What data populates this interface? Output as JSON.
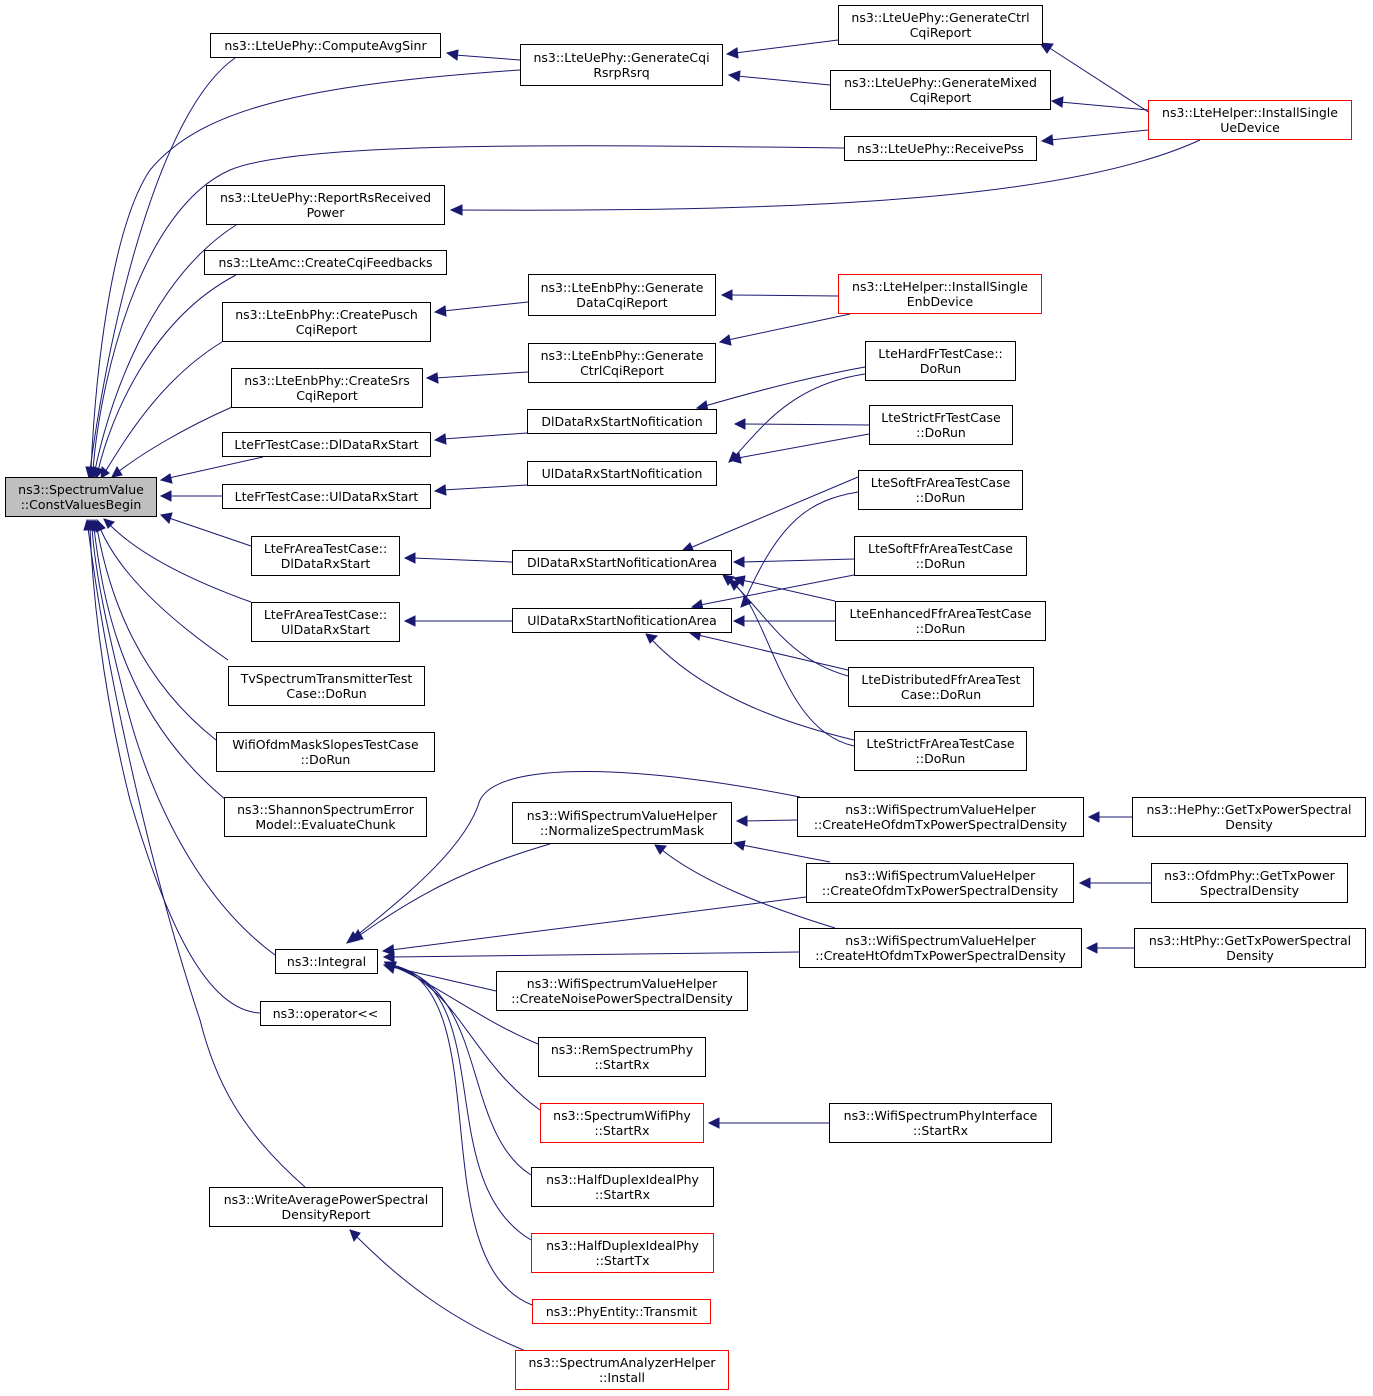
{
  "diagram": {
    "title": "",
    "colors": {
      "edge": "#191970",
      "root_fill": "#bfbfbf",
      "node_border": "#000000",
      "truncated_border": "#ff0000",
      "background": "#ffffff"
    },
    "nodes": [
      {
        "id": "root",
        "label": "ns3::SpectrumValue\n::ConstValuesBegin",
        "style": "root"
      },
      {
        "id": "computeAvgSinr",
        "label": "ns3::LteUePhy::ComputeAvgSinr",
        "style": "normal"
      },
      {
        "id": "genCqiRsrp",
        "label": "ns3::LteUePhy::GenerateCqi\nRsrpRsrq",
        "style": "normal"
      },
      {
        "id": "genCtrlCqi",
        "label": "ns3::LteUePhy::GenerateCtrl\nCqiReport",
        "style": "normal"
      },
      {
        "id": "genMixedCqi",
        "label": "ns3::LteUePhy::GenerateMixed\nCqiReport",
        "style": "normal"
      },
      {
        "id": "installUe",
        "label": "ns3::LteHelper::InstallSingle\nUeDevice",
        "style": "truncated"
      },
      {
        "id": "receivePss",
        "label": "ns3::LteUePhy::ReceivePss",
        "style": "normal"
      },
      {
        "id": "reportRs",
        "label": "ns3::LteUePhy::ReportRsReceived\nPower",
        "style": "normal"
      },
      {
        "id": "createCqiFb",
        "label": "ns3::LteAmc::CreateCqiFeedbacks",
        "style": "normal"
      },
      {
        "id": "createPusch",
        "label": "ns3::LteEnbPhy::CreatePusch\nCqiReport",
        "style": "normal"
      },
      {
        "id": "genDataCqi",
        "label": "ns3::LteEnbPhy::Generate\nDataCqiReport",
        "style": "normal"
      },
      {
        "id": "installEnb",
        "label": "ns3::LteHelper::InstallSingle\nEnbDevice",
        "style": "truncated"
      },
      {
        "id": "createSrs",
        "label": "ns3::LteEnbPhy::CreateSrs\nCqiReport",
        "style": "normal"
      },
      {
        "id": "genCtrlCqiEnb",
        "label": "ns3::LteEnbPhy::Generate\nCtrlCqiReport",
        "style": "normal"
      },
      {
        "id": "hardFr",
        "label": "LteHardFrTestCase::\nDoRun",
        "style": "normal"
      },
      {
        "id": "frDl",
        "label": "LteFrTestCase::DlDataRxStart",
        "style": "normal"
      },
      {
        "id": "dlNotif",
        "label": "DlDataRxStartNofitication",
        "style": "normal"
      },
      {
        "id": "strictFr",
        "label": "LteStrictFrTestCase\n::DoRun",
        "style": "normal"
      },
      {
        "id": "frUl",
        "label": "LteFrTestCase::UlDataRxStart",
        "style": "normal"
      },
      {
        "id": "ulNotif",
        "label": "UlDataRxStartNofitication",
        "style": "normal"
      },
      {
        "id": "softFrArea",
        "label": "LteSoftFrAreaTestCase\n::DoRun",
        "style": "normal"
      },
      {
        "id": "frAreaDl",
        "label": "LteFrAreaTestCase::\nDlDataRxStart",
        "style": "normal"
      },
      {
        "id": "dlNotifArea",
        "label": "DlDataRxStartNofiticationArea",
        "style": "normal"
      },
      {
        "id": "softFfrArea",
        "label": "LteSoftFfrAreaTestCase\n::DoRun",
        "style": "normal"
      },
      {
        "id": "frAreaUl",
        "label": "LteFrAreaTestCase::\nUlDataRxStart",
        "style": "normal"
      },
      {
        "id": "ulNotifArea",
        "label": "UlDataRxStartNofiticationArea",
        "style": "normal"
      },
      {
        "id": "enhancedFfr",
        "label": "LteEnhancedFfrAreaTestCase\n::DoRun",
        "style": "normal"
      },
      {
        "id": "distFfr",
        "label": "LteDistributedFfrAreaTest\nCase::DoRun",
        "style": "normal"
      },
      {
        "id": "tvSpec",
        "label": "TvSpectrumTransmitterTest\nCase::DoRun",
        "style": "normal"
      },
      {
        "id": "strictFrArea",
        "label": "LteStrictFrAreaTestCase\n::DoRun",
        "style": "normal"
      },
      {
        "id": "wifiMask",
        "label": "WifiOfdmMaskSlopesTestCase\n::DoRun",
        "style": "normal"
      },
      {
        "id": "shannon",
        "label": "ns3::ShannonSpectrumError\nModel::EvaluateChunk",
        "style": "normal"
      },
      {
        "id": "normMask",
        "label": "ns3::WifiSpectrumValueHelper\n::NormalizeSpectrumMask",
        "style": "normal"
      },
      {
        "id": "createHe",
        "label": "ns3::WifiSpectrumValueHelper\n::CreateHeOfdmTxPowerSpectralDensity",
        "style": "normal"
      },
      {
        "id": "hePhy",
        "label": "ns3::HePhy::GetTxPowerSpectral\nDensity",
        "style": "normal"
      },
      {
        "id": "createOfdm",
        "label": "ns3::WifiSpectrumValueHelper\n::CreateOfdmTxPowerSpectralDensity",
        "style": "normal"
      },
      {
        "id": "ofdmPhy",
        "label": "ns3::OfdmPhy::GetTxPower\nSpectralDensity",
        "style": "normal"
      },
      {
        "id": "integral",
        "label": "ns3::Integral",
        "style": "normal"
      },
      {
        "id": "createHt",
        "label": "ns3::WifiSpectrumValueHelper\n::CreateHtOfdmTxPowerSpectralDensity",
        "style": "normal"
      },
      {
        "id": "htPhy",
        "label": "ns3::HtPhy::GetTxPowerSpectral\nDensity",
        "style": "normal"
      },
      {
        "id": "createNoise",
        "label": "ns3::WifiSpectrumValueHelper\n::CreateNoisePowerSpectralDensity",
        "style": "normal"
      },
      {
        "id": "operatorLl",
        "label": "ns3::operator<<",
        "style": "normal"
      },
      {
        "id": "remStart",
        "label": "ns3::RemSpectrumPhy\n::StartRx",
        "style": "normal"
      },
      {
        "id": "specWifiStart",
        "label": "ns3::SpectrumWifiPhy\n::StartRx",
        "style": "truncated"
      },
      {
        "id": "wifiIfStart",
        "label": "ns3::WifiSpectrumPhyInterface\n::StartRx",
        "style": "normal"
      },
      {
        "id": "hdStartRx",
        "label": "ns3::HalfDuplexIdealPhy\n::StartRx",
        "style": "normal"
      },
      {
        "id": "writeAvg",
        "label": "ns3::WriteAveragePowerSpectral\nDensityReport",
        "style": "normal"
      },
      {
        "id": "hdStartTx",
        "label": "ns3::HalfDuplexIdealPhy\n::StartTx",
        "style": "truncated"
      },
      {
        "id": "phyTransmit",
        "label": "ns3::PhyEntity::Transmit",
        "style": "truncated"
      },
      {
        "id": "analyzerInstall",
        "label": "ns3::SpectrumAnalyzerHelper\n::Install",
        "style": "truncated"
      }
    ]
  }
}
